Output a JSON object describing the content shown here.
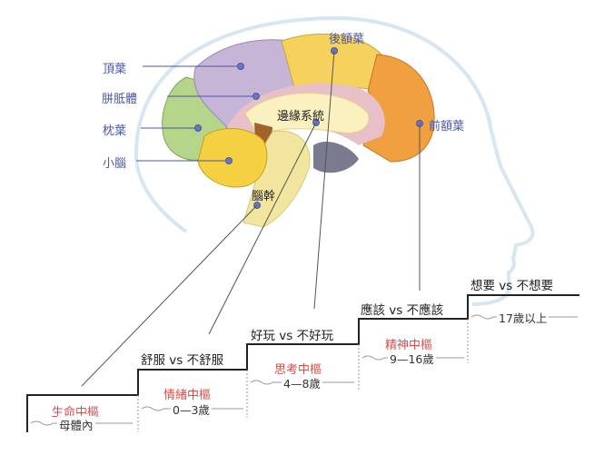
{
  "brain_labels": {
    "frontal_posterior": "後額葉",
    "parietal": "頂葉",
    "corpus_callosum": "胼胝體",
    "occipital": "枕葉",
    "cerebellum": "小腦",
    "limbic": "邊緣系統",
    "prefrontal": "前額葉",
    "brainstem": "腦幹"
  },
  "steps": [
    {
      "top": "",
      "center": "生命中樞",
      "age": "母體內"
    },
    {
      "top": "舒服  vs  不舒服",
      "center": "情緒中樞",
      "age": "0—3歲"
    },
    {
      "top": "好玩  vs  不好玩",
      "center": "思考中樞",
      "age": "4—8歲"
    },
    {
      "top": "應該  vs  不應該",
      "center": "精神中樞",
      "age": "9—16歲"
    },
    {
      "top": "想要  vs  不想要",
      "center": "",
      "age": "17歲以上"
    }
  ],
  "colors": {
    "parietal": "#c7b5d8",
    "frontal": "#f5d15e",
    "prefrontal": "#f0a040",
    "occipital": "#b5d58a",
    "cerebellum": "#f5d040",
    "limbic": "#faf0c0",
    "brainstem": "#f2e5a0",
    "label_blue": "#4a57a0",
    "step_red": "#d5504a"
  }
}
